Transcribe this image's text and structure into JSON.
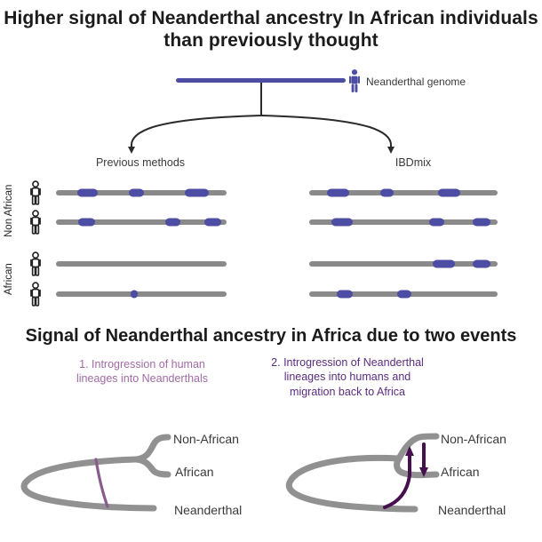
{
  "title": "Higher signal of Neanderthal ancestry In African individuals\nthan previously thought",
  "genome": {
    "label": "Neanderthal genome"
  },
  "columns": {
    "left": "Previous methods",
    "right": "IBDmix"
  },
  "groups": {
    "non_african": "Non African",
    "african": "African"
  },
  "genome_rows": {
    "description": "Chromosome bars: segments are [start_fraction, width_fraction] of detected Neanderthal ancestry",
    "rows": [
      {
        "group": "non_african",
        "left_segments": [
          [
            0.125,
            0.12
          ],
          [
            0.427,
            0.089
          ],
          [
            0.755,
            0.141
          ]
        ],
        "right_segments": [
          [
            0.094,
            0.118
          ],
          [
            0.377,
            0.071
          ],
          [
            0.684,
            0.118
          ]
        ]
      },
      {
        "group": "non_african",
        "left_segments": [
          [
            0.13,
            0.1
          ],
          [
            0.64,
            0.09
          ],
          [
            0.87,
            0.1
          ]
        ],
        "right_segments": [
          [
            0.118,
            0.112
          ],
          [
            0.637,
            0.08
          ],
          [
            0.868,
            0.095
          ]
        ]
      },
      {
        "group": "african",
        "left_segments": [],
        "right_segments": [
          [
            0.656,
            0.118
          ],
          [
            0.868,
            0.094
          ]
        ]
      },
      {
        "group": "african",
        "left_segments": [
          [
            0.437,
            0.042
          ]
        ],
        "right_segments": [
          [
            0.146,
            0.085
          ],
          [
            0.467,
            0.075
          ]
        ]
      }
    ]
  },
  "section2": {
    "title": "Signal of Neanderthal ancestry in Africa due to two events",
    "caption1": "1. Introgression of human\nlineages into Neanderthals",
    "caption2": "2. Introgression of Neanderthal\nlineages into humans and\nmigration back to Africa"
  },
  "trees": {
    "left": {
      "labels": [
        "Non-African",
        "African",
        "Neanderthal"
      ]
    },
    "right": {
      "labels": [
        "Non-African",
        "African",
        "Neanderthal"
      ]
    }
  },
  "colors": {
    "indigo": "#4d4da3",
    "gray-bar": "#8a8a8a",
    "tree-gray": "#919191",
    "mauve": "#8a5b8e",
    "mauve-text": "#a06ba4",
    "dark-purple": "#45104d",
    "dark-purple-text": "#5c2d80",
    "branch-black": "#2b2b2b",
    "title-color": "#1b1b1b",
    "label-color": "#3a3a3a"
  }
}
